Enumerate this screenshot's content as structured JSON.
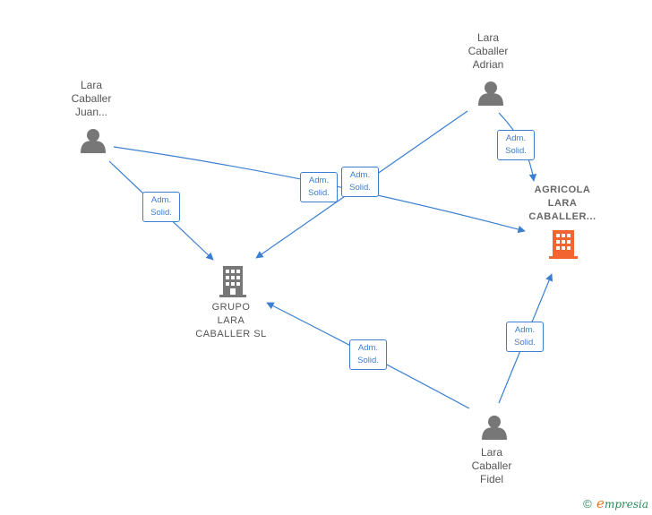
{
  "persons": {
    "juan": {
      "line1": "Lara",
      "line2": "Caballer",
      "line3": "Juan..."
    },
    "adrian": {
      "line1": "Lara",
      "line2": "Caballer",
      "line3": "Adrian"
    },
    "fidel": {
      "line1": "Lara",
      "line2": "Caballer",
      "line3": "Fidel"
    }
  },
  "companies": {
    "grupo": {
      "line1": "GRUPO",
      "line2": "LARA",
      "line3": "CABALLER  SL"
    },
    "agricola": {
      "line1": "AGRICOLA",
      "line2": "LARA",
      "line3": "CABALLER..."
    }
  },
  "relation": {
    "line1": "Adm.",
    "line2": "Solid."
  },
  "footer": {
    "copyright": "©",
    "brand_first": "e",
    "brand_rest": "mpresia"
  },
  "colors": {
    "edge": "#3b7fd1",
    "person_icon": "#777777",
    "company_main": "#f26430",
    "company_other": "#777777"
  }
}
